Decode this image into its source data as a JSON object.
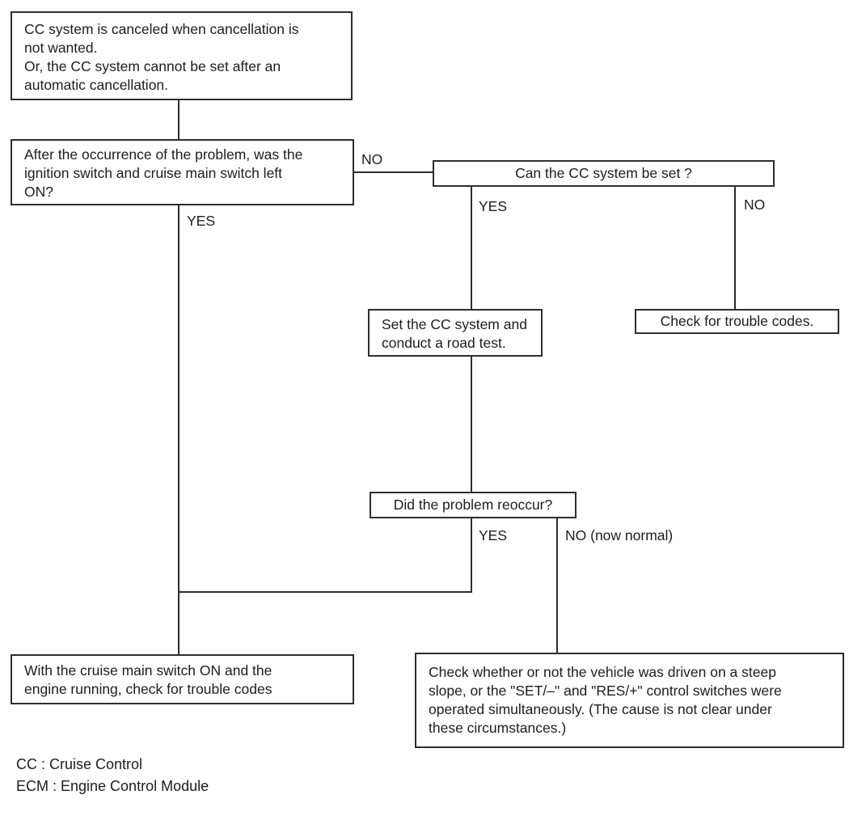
{
  "diagram_type": "troubleshooting-flowchart",
  "colors": {
    "background": "#ffffff",
    "line": "#2e2e2e",
    "text": "#1d1d1d"
  },
  "nodes": {
    "problem_statement": "CC system is canceled when cancellation is\nnot wanted.\nOr, the CC system cannot be set after an\nautomatic cancellation.",
    "q_switch_left_on": "After the occurrence of the problem, was the\nignition switch and cruise main switch left\nON?",
    "q_can_set": "Can the CC system be set ?",
    "set_and_road_test": "Set the CC system and\nconduct a road test.",
    "check_trouble_codes": "Check for trouble codes.",
    "q_problem_reoccur": "Did the problem reoccur?",
    "check_with_main_switch_on": "With the cruise main switch ON and the\nengine running, check for trouble codes",
    "check_steep_slope": "Check whether or not the vehicle was driven on a steep\nslope, or the \"SET/–\" and \"RES/+\" control switches were\noperated simultaneously. (The cause is not clear under\nthese circumstances.)"
  },
  "labels": {
    "no_to_can_set": "NO",
    "yes_main": "YES",
    "yes_from_can_set": "YES",
    "no_from_can_set": "NO",
    "yes_from_reoccur": "YES",
    "no_from_reoccur": "NO (now normal)"
  },
  "legend": [
    "CC : Cruise Control",
    "ECM : Engine Control Module"
  ]
}
